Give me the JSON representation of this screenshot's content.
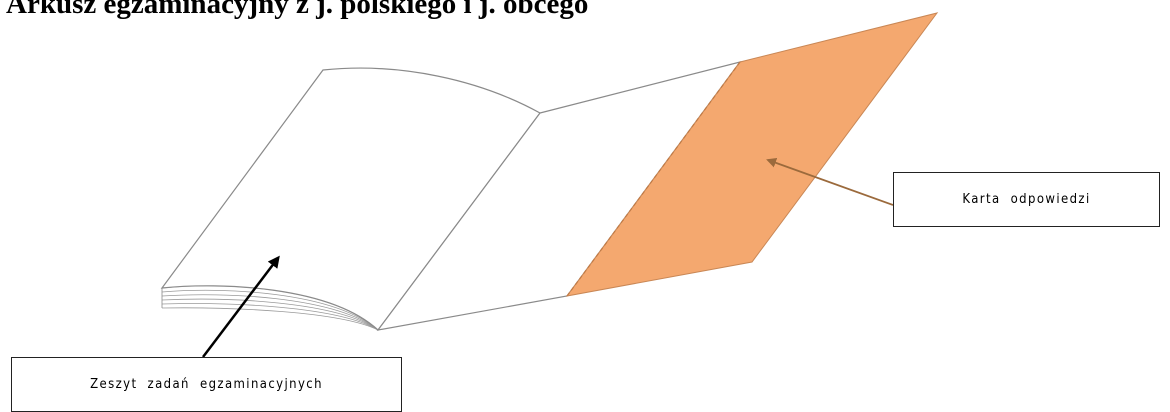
{
  "title": "Arkusz egzaminacyjny z j. polskiego i j. obcego",
  "labels": {
    "answer_card": "Karta  odpowiedzi",
    "task_booklet": "Zeszyt  zadań  egzaminacyjnych"
  },
  "colors": {
    "answer_card_fill": "#f4a86f",
    "arrow_answer": "#9b6a3c",
    "arrow_booklet": "#000000",
    "outline": "#8a8a8a"
  }
}
